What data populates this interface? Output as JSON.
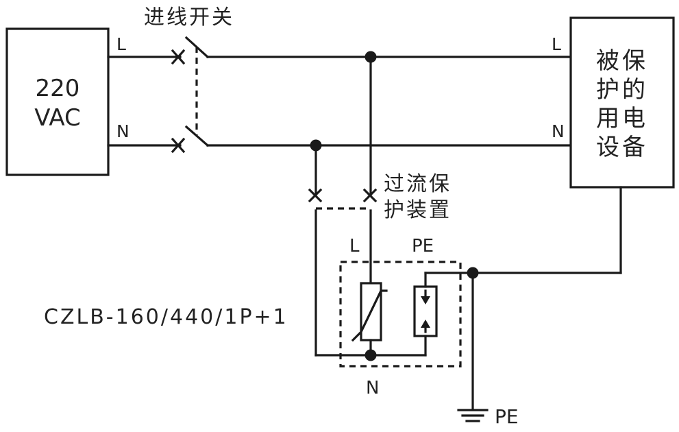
{
  "source": {
    "line1": "220",
    "line2": "VAC",
    "l_label": "L",
    "n_label": "N"
  },
  "incoming_switch": {
    "label": "进线开关"
  },
  "equipment": {
    "lines": [
      "被保",
      "护的",
      "用电",
      "设备"
    ],
    "l_label": "L",
    "n_label": "N"
  },
  "overcurrent_protection": {
    "line1": "过流保",
    "line2": "护装置"
  },
  "spd": {
    "model": "CZLB-160/440/1P+1",
    "l_label": "L",
    "pe_label": "PE",
    "n_label": "N"
  },
  "ground": {
    "label": "PE"
  },
  "colors": {
    "ink": "#1a1a1a",
    "background": "#ffffff"
  }
}
